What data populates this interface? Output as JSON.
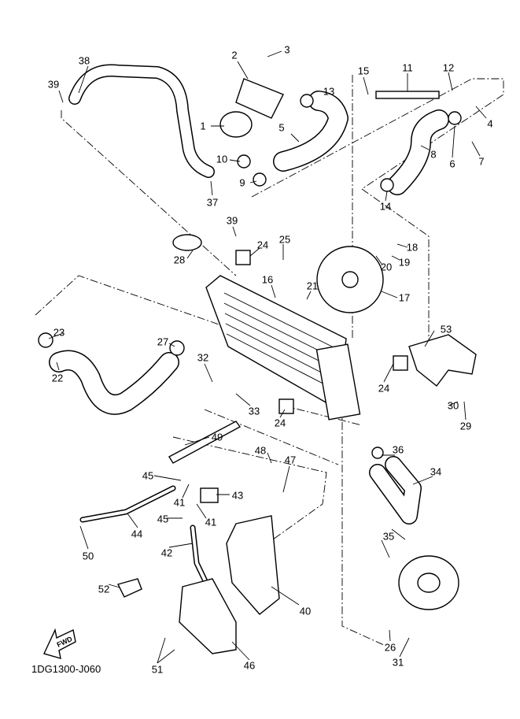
{
  "diagram": {
    "drawing_code": "1DG1300-J060",
    "fwd_label": "FWD",
    "callouts": [
      "38",
      "39",
      "2",
      "3",
      "13",
      "1",
      "5",
      "10",
      "9",
      "37",
      "15",
      "11",
      "12",
      "4",
      "6",
      "7",
      "8",
      "14",
      "39",
      "18",
      "19",
      "20",
      "24",
      "25",
      "28",
      "16",
      "21",
      "17",
      "23",
      "27",
      "32",
      "53",
      "22",
      "24",
      "33",
      "30",
      "29",
      "24",
      "49",
      "36",
      "48",
      "47",
      "34",
      "45",
      "43",
      "41",
      "41",
      "45",
      "44",
      "35",
      "50",
      "42",
      "52",
      "40",
      "26",
      "31",
      "46",
      "51"
    ]
  }
}
